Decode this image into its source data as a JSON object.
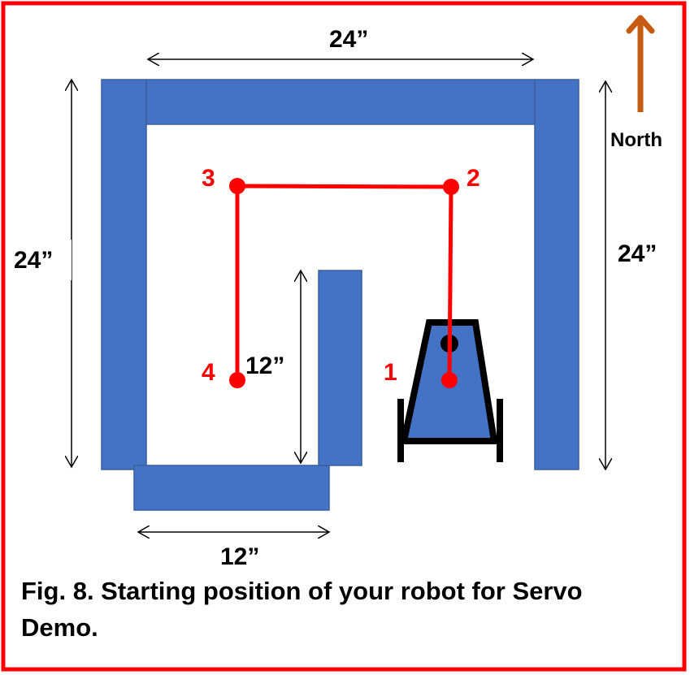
{
  "colors": {
    "frame": "#ff0000",
    "wall": "#4472c4",
    "wall_edge": "#3a5f9e",
    "path": "#ff0000",
    "north_arrow": "#c55a11"
  },
  "dimensions": {
    "top": "24”",
    "left": "24”",
    "right": "24”",
    "inner": "12”",
    "bottom": "12”"
  },
  "north_label": "North",
  "waypoints": [
    {
      "label": "1"
    },
    {
      "label": "2"
    },
    {
      "label": "3"
    },
    {
      "label": "4"
    }
  ],
  "caption": {
    "line1": "Fig. 8. Starting position of your robot for Servo",
    "line2": "Demo."
  }
}
